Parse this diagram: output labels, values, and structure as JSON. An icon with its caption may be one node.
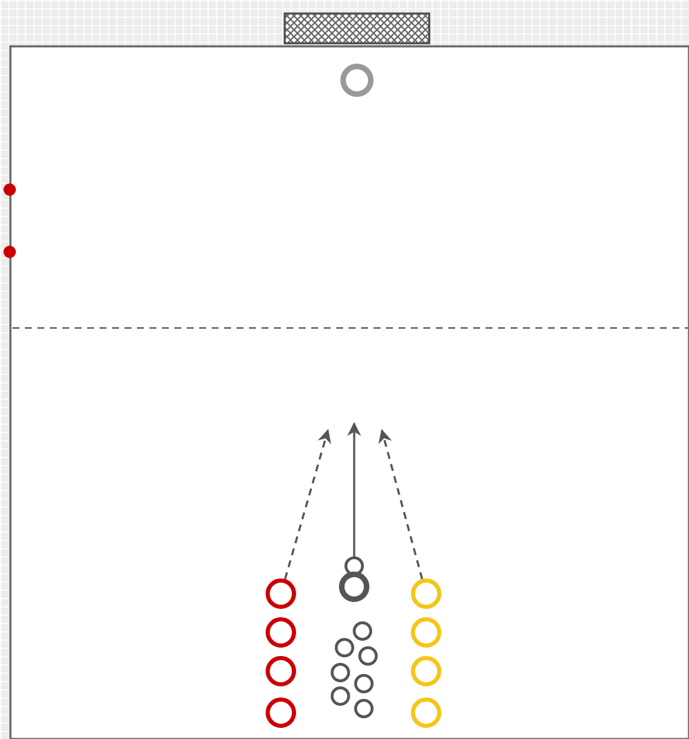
{
  "diagram": {
    "nodes": [
      {
        "text": [],
        "shape": "box"
      },
      {
        "text": [],
        "shape": "circle"
      },
      {
        "text": [],
        "shape": "circle"
      },
      {
        "text": [],
        "shape": "circle"
      },
      {
        "text": [],
        "shape": "circle"
      },
      {
        "text": [],
        "shape": "circle"
      },
      {
        "text": [],
        "shape": "circle"
      },
      {
        "text": [],
        "shape": "circle"
      },
      {
        "text": [],
        "shape": "circle"
      },
      {
        "text": [],
        "shape": "circle"
      },
      {
        "text": [],
        "shape": "circle"
      },
      {
        "text": [],
        "shape": "circle"
      }
    ],
    "edges": [
      {
        "from": 2,
        "to": null,
        "arrow": "to",
        "style": "dashed"
      },
      {
        "from": 6,
        "to": null,
        "arrow": "to"
      },
      {
        "from": 8,
        "to": null,
        "arrow": "to",
        "style": "dashed"
      }
    ]
  }
}
